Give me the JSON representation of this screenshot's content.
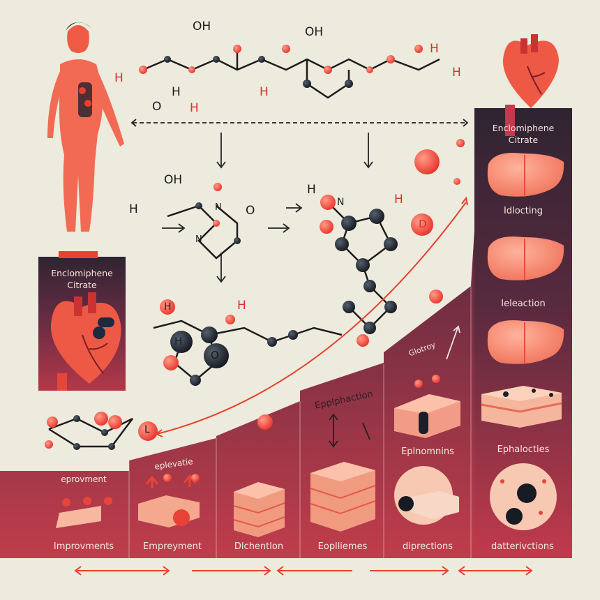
{
  "panels": {
    "right_title": "Enclomiphene\nCitrate",
    "left_title": "Enclomiphene\nCitrate",
    "right_labels": [
      "Idlocting",
      "Ieleaction",
      "Ephalocties"
    ],
    "middle_labels": [
      "Eplnomnins",
      "Epplphaction",
      "Glotroy"
    ],
    "bottom_labels": [
      "Improvments",
      "Empreyment",
      "Dlchentlon",
      "Eoplliemes",
      "diprections",
      "datterivctions"
    ],
    "stair_headers": [
      "eprovment",
      "eplevatie"
    ]
  },
  "molecule_atoms": {
    "top": [
      "OH",
      "OH",
      "H",
      "H",
      "H",
      "H",
      "O",
      "H",
      "H"
    ],
    "middle": [
      "OH",
      "H",
      "N",
      "N",
      "O",
      "H",
      "N",
      "H",
      "D"
    ],
    "bottom": [
      "H",
      "H",
      "O",
      "H",
      "L"
    ]
  },
  "colors": {
    "accent": "#f2503d",
    "coral": "#f06a56",
    "dark_panel": "#3a2234",
    "panel_red": "#b03a48",
    "background": "#ecebdd"
  },
  "icons": [
    "human-figure-icon",
    "heart-icon",
    "liver-icon",
    "tissue-layer-icon",
    "cell-icon",
    "molecule-icon"
  ]
}
